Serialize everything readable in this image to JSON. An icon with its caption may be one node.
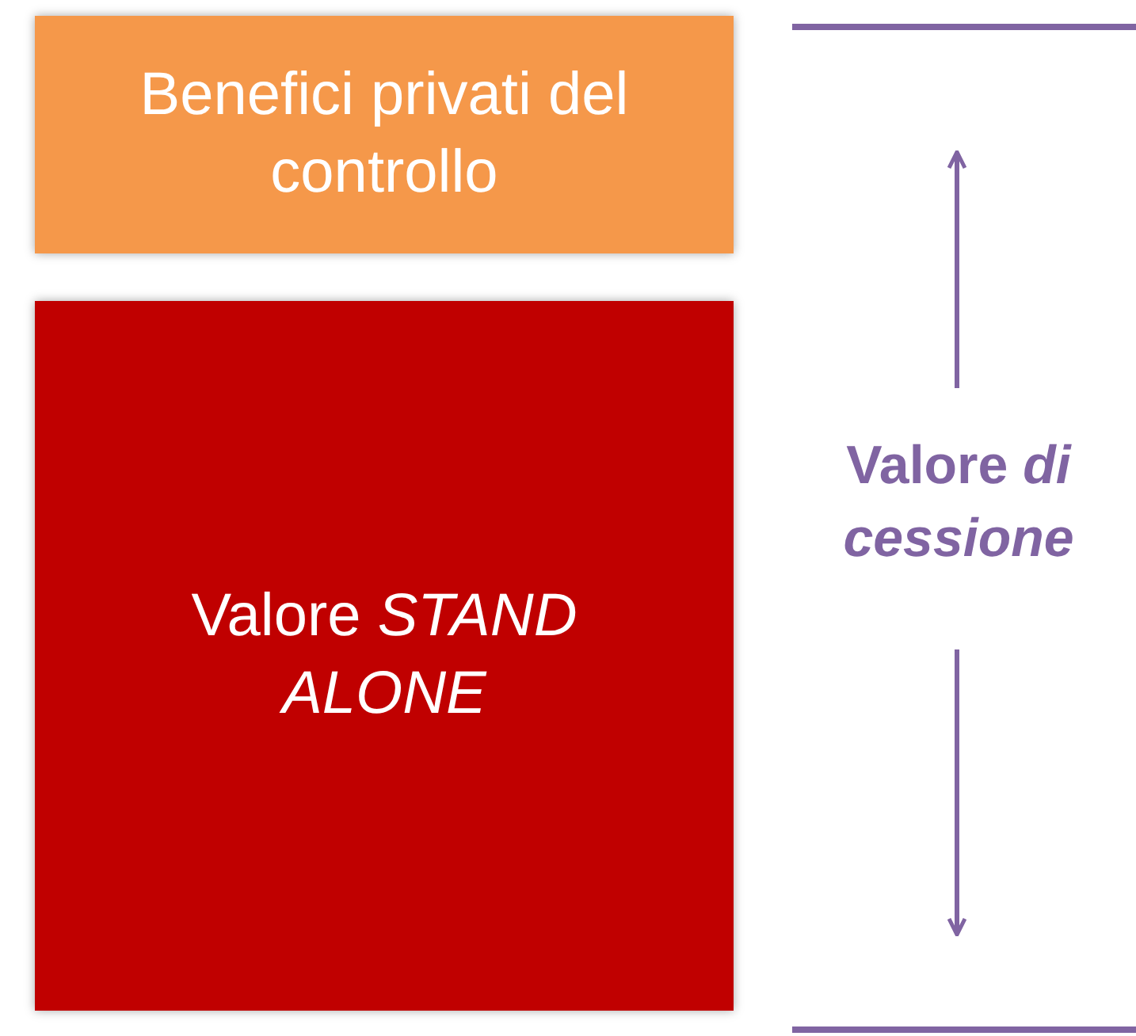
{
  "diagram": {
    "nodes": [
      {
        "text": [
          "Benefici privati del controllo"
        ]
      },
      {
        "text": [
          "Valore *STAND ALONE*"
        ]
      }
    ],
    "labels": [
      "Valore *di cessione*"
    ]
  }
}
